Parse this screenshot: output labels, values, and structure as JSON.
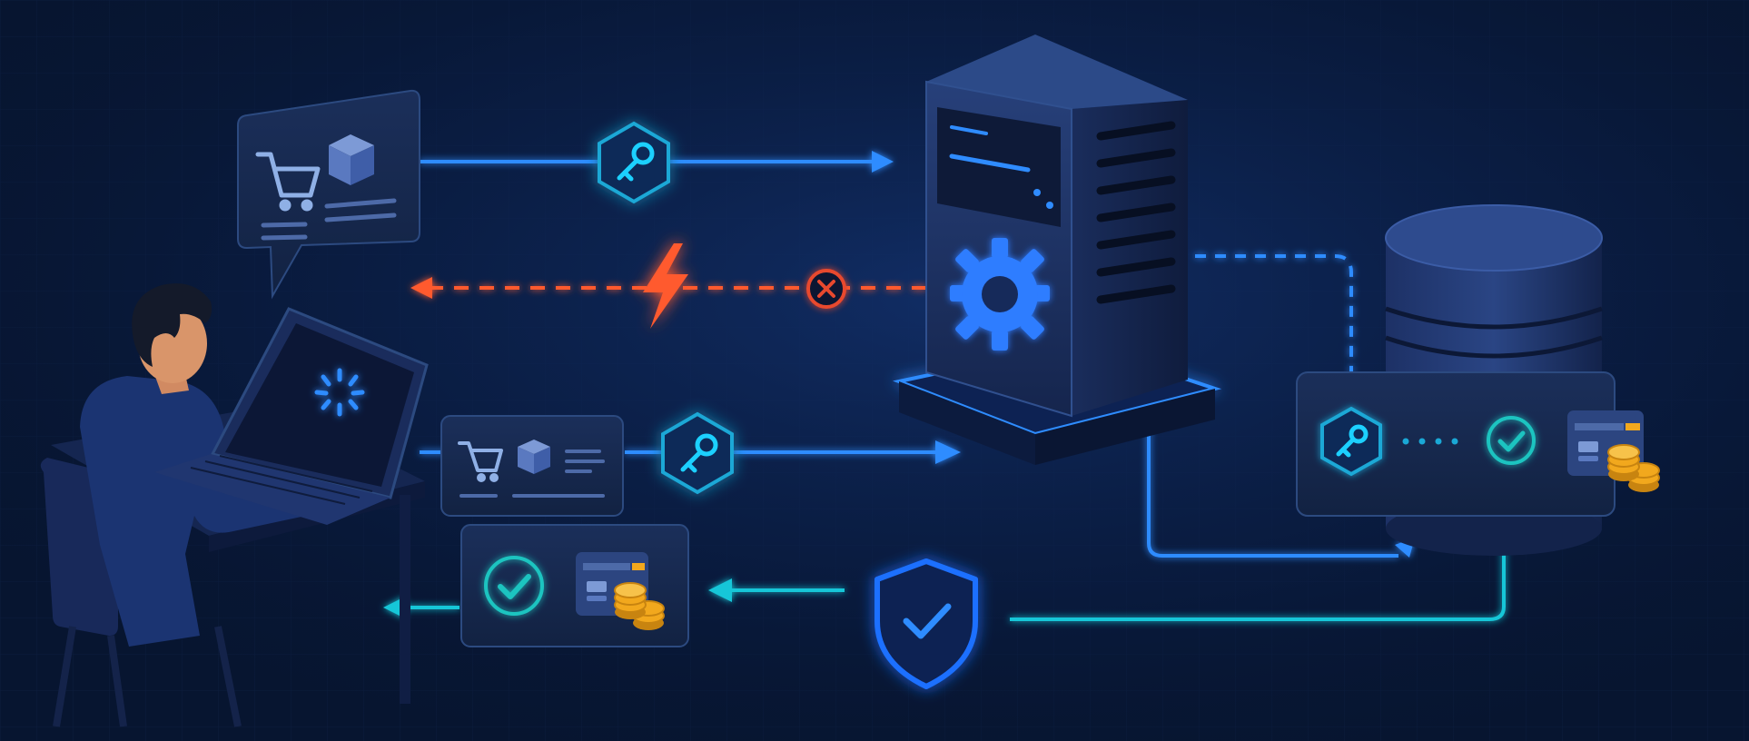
{
  "diagram": {
    "theme": {
      "background": "#071530",
      "background_glow": "#12306b",
      "request_line": "#2f8cff",
      "error_line": "#ff5a2e",
      "error_circle": "#e8482e",
      "success_line": "#19c6d8",
      "key_badge": "#1aa8d6",
      "check_badge": "#1fc4c0",
      "shield": "#1f6fff",
      "gear": "#2f7dff",
      "coin": "#f2a81d",
      "panel_fill": "#14254a",
      "panel_border": "#2c4a80"
    },
    "nodes": [
      {
        "name": "user",
        "icon": "person-at-laptop-icon"
      },
      {
        "name": "order-request-bubble",
        "icons": [
          "cart-icon",
          "package-box-icon"
        ]
      },
      {
        "name": "server",
        "icons": [
          "gear-icon"
        ]
      },
      {
        "name": "database",
        "icon": "database-cylinder-icon"
      },
      {
        "name": "retry-order-request",
        "icons": [
          "cart-icon",
          "package-box-icon"
        ]
      },
      {
        "name": "database-record",
        "icons": [
          "key-icon",
          "check-icon",
          "payment-card-icon",
          "coins-icon"
        ]
      },
      {
        "name": "payment-confirmation",
        "icons": [
          "check-icon",
          "payment-card-icon",
          "coins-icon"
        ]
      },
      {
        "name": "verification",
        "icon": "shield-check-icon"
      }
    ],
    "flows": [
      {
        "from": "order-request-bubble",
        "to": "server",
        "style": "solid",
        "badge": "key-icon"
      },
      {
        "from": "server",
        "to": "user",
        "style": "dashed",
        "status": "failed",
        "badges": [
          "lightning-icon",
          "error-x-icon"
        ]
      },
      {
        "from": "server",
        "to": "database",
        "style": "dashed"
      },
      {
        "from": "retry-order-request",
        "to": "server",
        "style": "solid",
        "badge": "key-icon"
      },
      {
        "from": "server",
        "to": "database-record",
        "style": "solid"
      },
      {
        "from": "database-record",
        "to": "verification",
        "style": "solid"
      },
      {
        "from": "verification",
        "to": "payment-confirmation",
        "style": "solid"
      },
      {
        "from": "payment-confirmation",
        "to": "user",
        "style": "solid"
      }
    ]
  }
}
